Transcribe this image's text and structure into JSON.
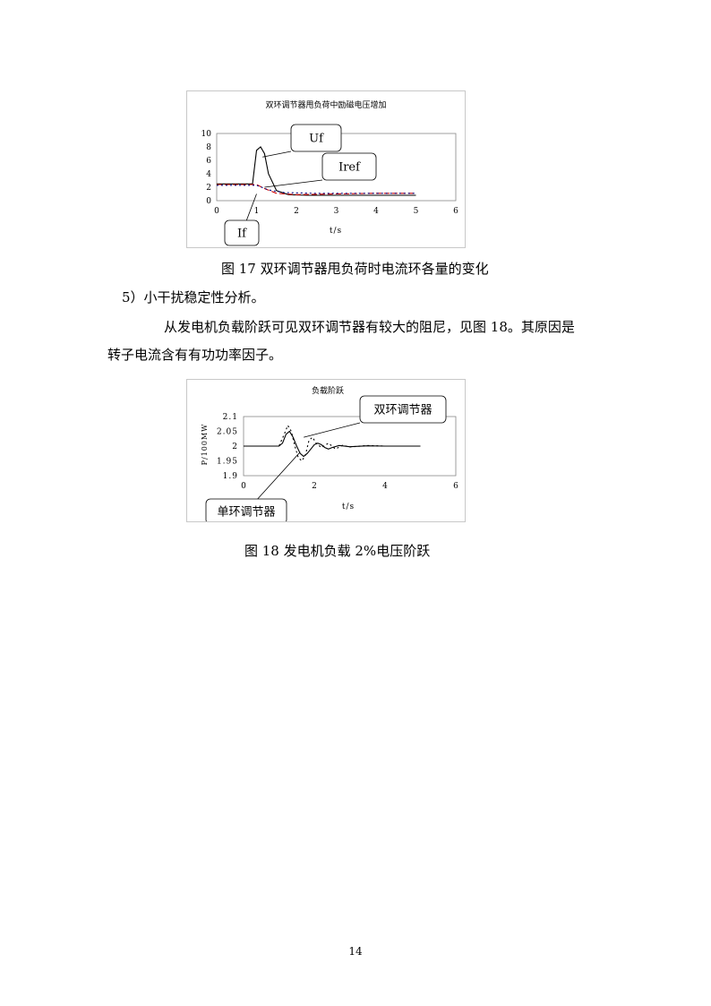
{
  "figure17": {
    "caption": "图 17 双环调节器甩负荷时电流环各量的变化",
    "chart_data": {
      "type": "line",
      "title": "双环调节器甩负荷中励磁电压增加",
      "xlabel": "t/s",
      "ylabel": "",
      "xlim": [
        0,
        6
      ],
      "ylim": [
        0,
        10
      ],
      "x_ticks": [
        "0",
        "1",
        "2",
        "3",
        "4",
        "5",
        "6"
      ],
      "y_ticks": [
        "0",
        "2",
        "4",
        "6",
        "8",
        "10"
      ],
      "series": [
        {
          "name": "Uf",
          "color": "#000000",
          "dash": "solid",
          "points": [
            [
              0,
              2.5
            ],
            [
              0.9,
              2.5
            ],
            [
              1.0,
              7.5
            ],
            [
              1.1,
              8
            ],
            [
              1.2,
              7
            ],
            [
              1.3,
              4
            ],
            [
              1.5,
              1.5
            ],
            [
              1.8,
              0.9
            ],
            [
              2.3,
              0.8
            ],
            [
              3,
              0.8
            ],
            [
              4,
              0.8
            ],
            [
              5,
              0.8
            ]
          ]
        },
        {
          "name": "Iref",
          "color": "#cc0000",
          "dash": "6,3",
          "points": [
            [
              0,
              2.4
            ],
            [
              1.0,
              2.4
            ],
            [
              1.2,
              1.8
            ],
            [
              1.5,
              1.1
            ],
            [
              2,
              0.9
            ],
            [
              3,
              1.0
            ],
            [
              4,
              1.1
            ],
            [
              5,
              1.1
            ]
          ]
        },
        {
          "name": "If",
          "color": "#000080",
          "dash": "2,3",
          "points": [
            [
              0,
              2.3
            ],
            [
              1.0,
              2.3
            ],
            [
              1.3,
              1.6
            ],
            [
              1.7,
              1.2
            ],
            [
              2.5,
              1.1
            ],
            [
              3.5,
              1.1
            ],
            [
              5,
              1.1
            ]
          ]
        }
      ],
      "callouts": [
        "Uf",
        "Iref",
        "If"
      ],
      "grid": false
    }
  },
  "section": {
    "heading": "5）小干扰稳定性分析。",
    "paragraph_line1": "从发电机负载阶跃可见双环调节器有较大的阻尼，见图 18。其原因是",
    "paragraph_line2": "转子电流含有有功功率因子。"
  },
  "figure18": {
    "caption": "图 18 发电机负载 2%电压阶跃",
    "chart_data": {
      "type": "line",
      "title": "负载阶跃",
      "xlabel": "t/s",
      "ylabel": "P/100MW",
      "xlim": [
        0,
        6
      ],
      "ylim": [
        1.9,
        2.1
      ],
      "x_ticks": [
        "0",
        "2",
        "4",
        "6"
      ],
      "y_ticks": [
        "1.9",
        "1.95",
        "2",
        "2.05",
        "2.1"
      ],
      "series": [
        {
          "name": "单环调节器",
          "color": "#000000",
          "dash": "solid",
          "points": [
            [
              0,
              2.0
            ],
            [
              1.0,
              2.0
            ],
            [
              1.1,
              2.01
            ],
            [
              1.2,
              2.04
            ],
            [
              1.3,
              2.05
            ],
            [
              1.4,
              2.03
            ],
            [
              1.5,
              2.0
            ],
            [
              1.6,
              1.975
            ],
            [
              1.7,
              1.965
            ],
            [
              1.8,
              1.975
            ],
            [
              1.9,
              1.99
            ],
            [
              2.0,
              2.005
            ],
            [
              2.1,
              2.01
            ],
            [
              2.2,
              2.005
            ],
            [
              2.3,
              1.995
            ],
            [
              2.4,
              1.99
            ],
            [
              2.5,
              1.995
            ],
            [
              2.7,
              2.002
            ],
            [
              3.0,
              1.998
            ],
            [
              3.5,
              2.001
            ],
            [
              4.0,
              2.0
            ],
            [
              5.0,
              2.0
            ]
          ]
        },
        {
          "name": "双环调节器",
          "color": "#000000",
          "dash": "2,3",
          "points": [
            [
              0,
              2.0
            ],
            [
              1.0,
              2.0
            ],
            [
              1.15,
              2.04
            ],
            [
              1.25,
              2.07
            ],
            [
              1.35,
              2.05
            ],
            [
              1.45,
              2.0
            ],
            [
              1.55,
              1.96
            ],
            [
              1.65,
              1.95
            ],
            [
              1.75,
              1.97
            ],
            [
              1.85,
              2.02
            ],
            [
              1.95,
              2.03
            ],
            [
              2.05,
              2.01
            ],
            [
              2.2,
              1.995
            ],
            [
              2.4,
              2.01
            ],
            [
              2.6,
              1.99
            ],
            [
              2.8,
              2.003
            ],
            [
              3.0,
              1.997
            ],
            [
              3.5,
              2.002
            ],
            [
              4.0,
              2.0
            ],
            [
              5.0,
              2.0
            ]
          ]
        }
      ],
      "callouts": [
        "双环调节器",
        "单环调节器"
      ],
      "grid": false
    }
  },
  "page": {
    "number": "14"
  }
}
